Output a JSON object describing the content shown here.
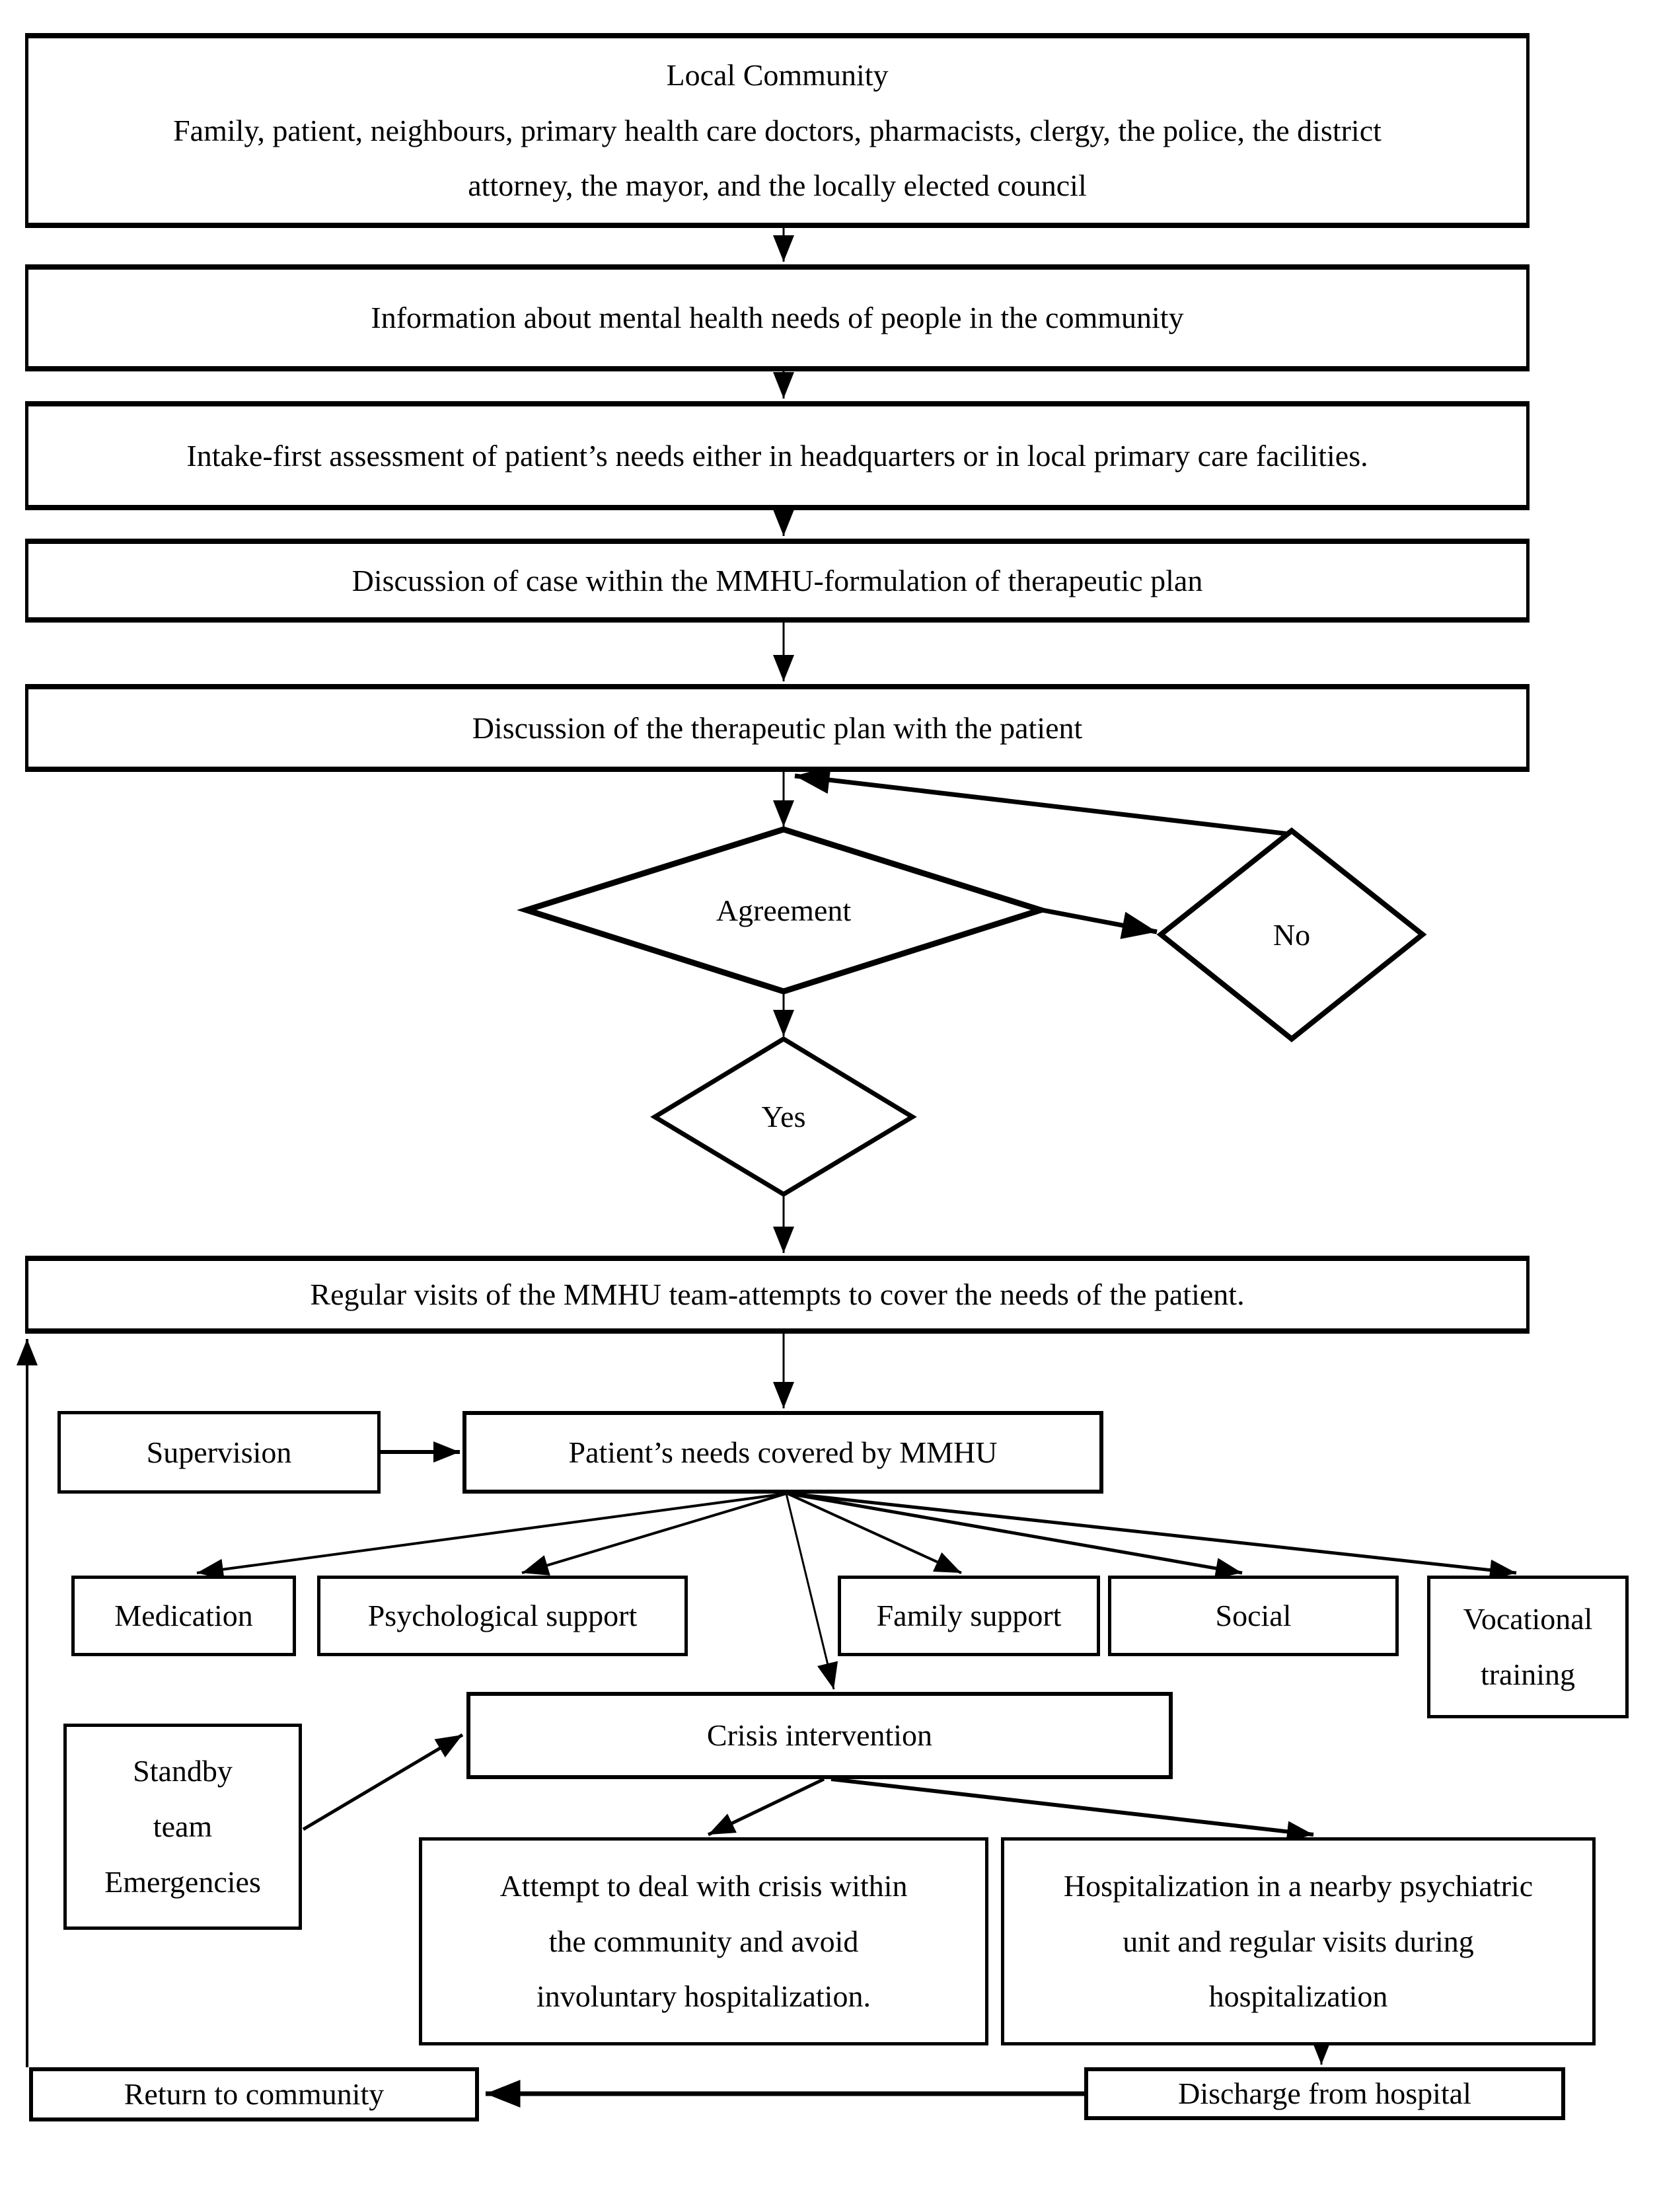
{
  "flowchart": {
    "colors": {
      "ink": "#000000",
      "paper": "#ffffff"
    },
    "nodes": {
      "local_community": "Local Community\nFamily, patient, neighbours, primary health care doctors, pharmacists, clergy, the police, the district\nattorney, the mayor, and the locally elected council",
      "information": "Information about mental health needs of people in the community",
      "intake": "Intake-first assessment of patient’s needs either in headquarters or in local primary care facilities.",
      "case_discussion": "Discussion of case within the MMHU-formulation of therapeutic plan",
      "plan_discussion": "Discussion of the therapeutic plan with the patient",
      "agreement": "Agreement",
      "no": "No",
      "yes": "Yes",
      "regular_visits": "Regular visits of the MMHU team-attempts to cover the needs of the patient.",
      "supervision": "Supervision",
      "needs_covered": "Patient’s needs covered by MMHU",
      "medication": "Medication",
      "psychological_support": "Psychological support",
      "family_support": "Family support",
      "social": "Social",
      "vocational_training": "Vocational\ntraining",
      "crisis_intervention": "Crisis intervention",
      "standby_team": "Standby\nteam\nEmergencies",
      "community_crisis": "Attempt to deal with crisis within\nthe community and avoid\ninvoluntary hospitalization.",
      "hospitalization": "Hospitalization in a nearby psychiatric\nunit and regular visits during\nhospitalization",
      "return_community": "Return to community",
      "discharge": "Discharge from hospital"
    }
  }
}
